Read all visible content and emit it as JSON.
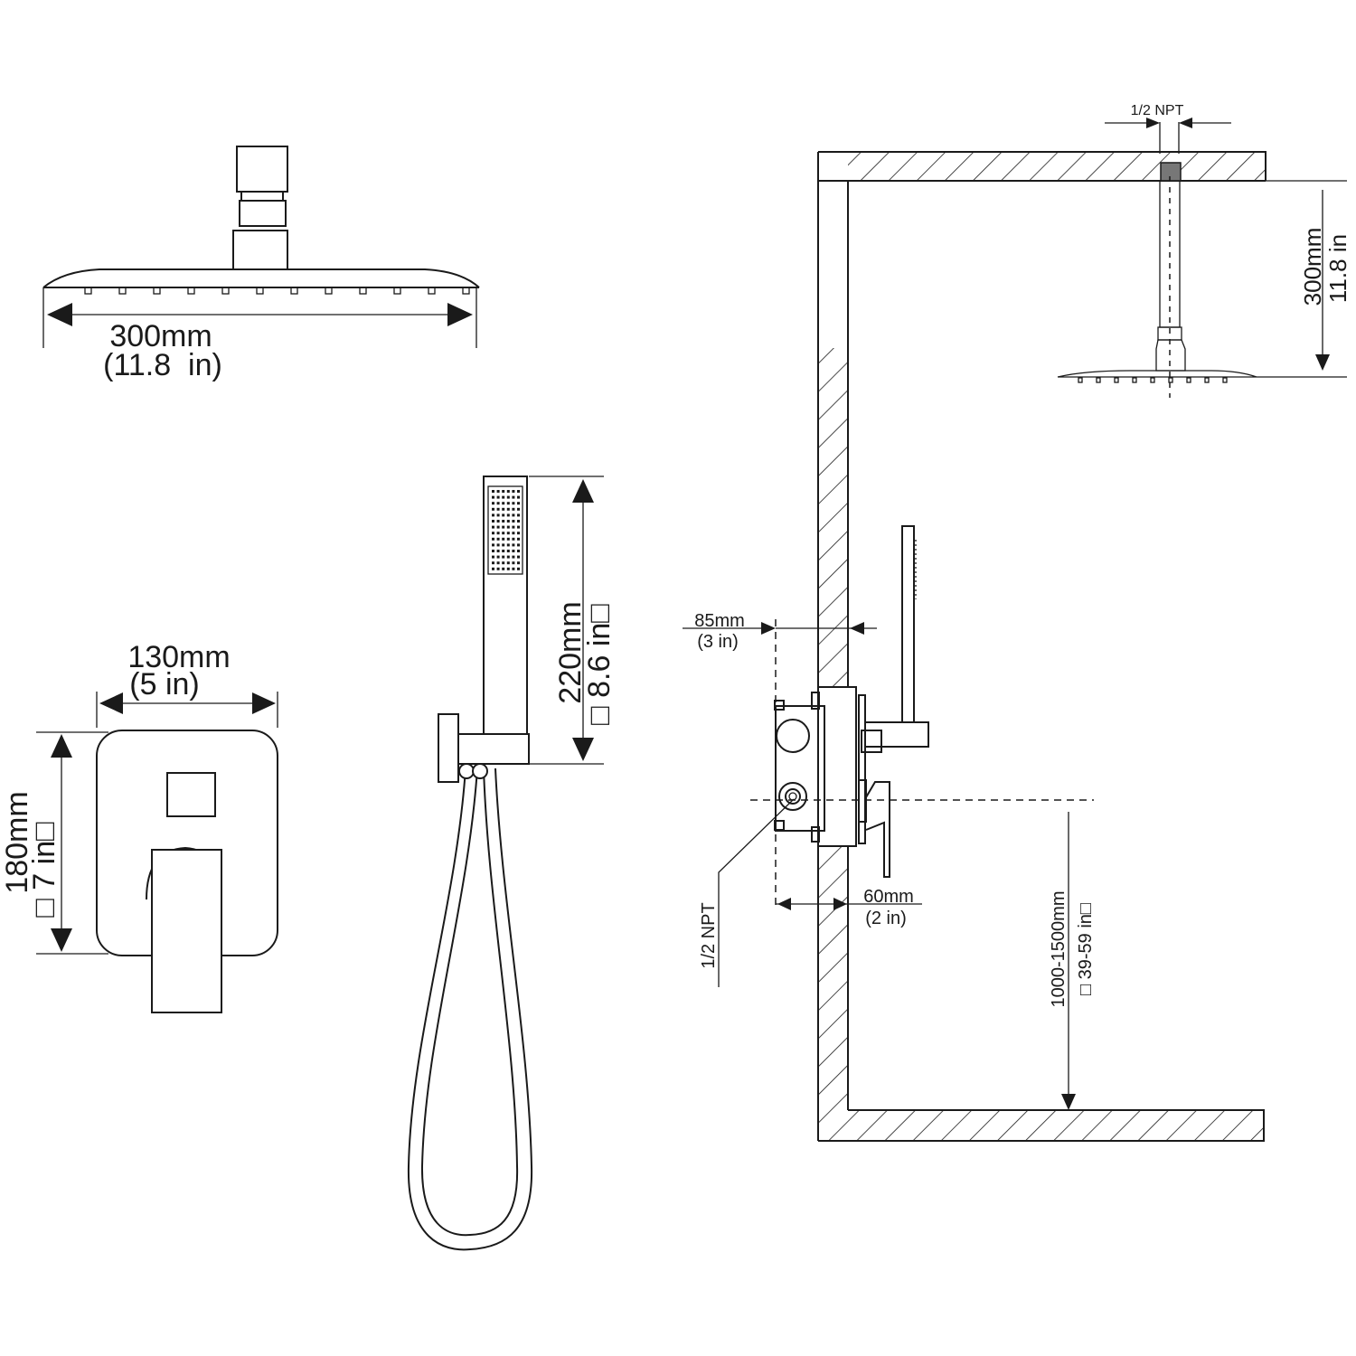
{
  "rain_shower": {
    "width_mm": "300mm",
    "width_in": "(11.8  in)"
  },
  "valve_trim": {
    "width_mm": "130mm",
    "width_in": "(5 in)",
    "height_mm": "180mm",
    "height_in": "□ 7 in□"
  },
  "hand_shower": {
    "length_mm": "220mm",
    "length_in": "□ 8.6 in□"
  },
  "installation": {
    "top_thread": "1/2 NPT",
    "arm_length_mm": "300mm",
    "arm_length_in": "11.8 in",
    "wall_depth_mm": "85mm",
    "wall_depth_in": "(3 in)",
    "valve_depth_mm": "60mm",
    "valve_depth_in": "(2 in)",
    "valve_thread": "1/2 NPT",
    "valve_height_mm": "1000-1500mm",
    "valve_height_in": "□ 39-59 in□"
  },
  "colors": {
    "line": "#1a1a1a",
    "background": "#ffffff",
    "fitting": "#777777"
  }
}
